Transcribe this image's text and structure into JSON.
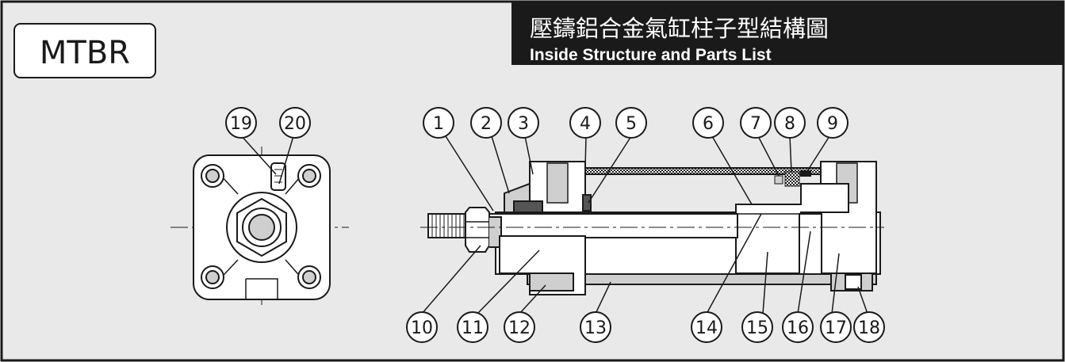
{
  "model_code": "MTBR",
  "title_cn": "壓鑄鋁合金氣缸柱子型結構圖",
  "title_en": "Inside Structure and Parts List",
  "callouts_top": [
    "1",
    "2",
    "3",
    "4",
    "5",
    "6",
    "7",
    "8",
    "9"
  ],
  "callouts_bottom": [
    "10",
    "11",
    "12",
    "13",
    "14",
    "15",
    "16",
    "17",
    "18"
  ],
  "callouts_end_view": [
    "19",
    "20"
  ],
  "colors": {
    "background": "#e9e9e9",
    "title_bar": "#1a1a1a",
    "line": "#1a1a1a",
    "part_fill": "#ffffff",
    "part_shade": "#cfcfcf",
    "part_dark": "#9a9a9a"
  }
}
